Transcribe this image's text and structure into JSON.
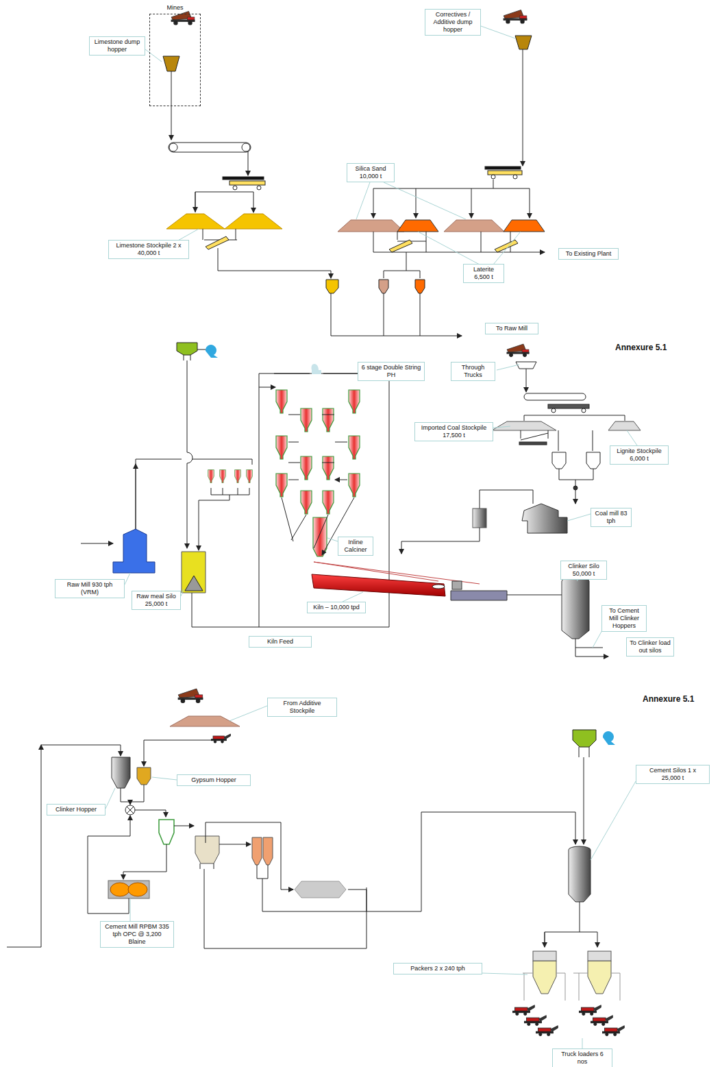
{
  "diagram": {
    "nodes": [
      {
        "text": [
          "Mines"
        ]
      },
      {
        "text": [
          "Limestone dump hopper"
        ]
      },
      {
        "text": [
          "Correctives / Additive dump hopper"
        ]
      },
      {
        "text": [
          "Silica Sand 10,000 t"
        ]
      },
      {
        "text": [
          "Limestone Stockpile 2 x 40,000 t"
        ]
      },
      {
        "text": [
          "To Existing Plant"
        ]
      },
      {
        "text": [
          "Laterite 6,500 t"
        ]
      },
      {
        "text": [
          "To Raw Mill"
        ]
      },
      {
        "text": [
          "6 stage Double String PH"
        ]
      },
      {
        "text": [
          "Through Trucks"
        ]
      },
      {
        "text": [
          "Imported Coal Stockpile 17,500 t"
        ]
      },
      {
        "text": [
          "Lignite Stockpile 6,000 t"
        ]
      },
      {
        "text": [
          "Coal mill 83 tph"
        ]
      },
      {
        "text": [
          "Inline Calciner"
        ]
      },
      {
        "text": [
          "Raw Mill 930 tph (VRM)"
        ]
      },
      {
        "text": [
          "Raw meal Silo 25,000 t"
        ]
      },
      {
        "text": [
          "Kiln – 10,000 tpd"
        ]
      },
      {
        "text": [
          "Clinker Silo 50,000 t"
        ]
      },
      {
        "text": [
          "To Cement Mill Clinker Hoppers"
        ]
      },
      {
        "text": [
          "To Clinker load out silos"
        ]
      },
      {
        "text": [
          "Kiln Feed"
        ]
      },
      {
        "text": [
          "From Additive Stockpile"
        ]
      },
      {
        "text": [
          "Gypsum Hopper"
        ]
      },
      {
        "text": [
          "Clinker Hopper"
        ]
      },
      {
        "text": [
          "Cement Silos 1 x 25,000 t"
        ]
      },
      {
        "text": [
          "Cement Mill RPBM 335 tph OPC @ 3,200 Blaine"
        ]
      },
      {
        "text": [
          "Packers 2 x 240 tph"
        ]
      },
      {
        "text": [
          "Truck loaders 6 nos"
        ]
      }
    ],
    "labels": [
      "Annexure 5.1",
      "Annexure 5.1"
    ]
  }
}
